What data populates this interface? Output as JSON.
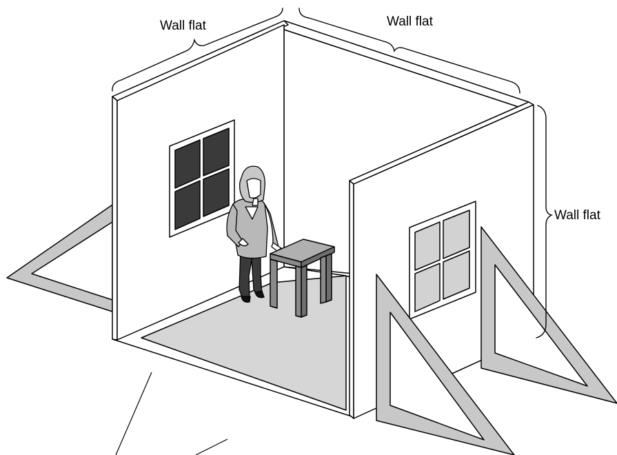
{
  "labels": {
    "left_wall": "Wall flat",
    "back_wall": "Wall flat",
    "right_wall": "Wall flat"
  },
  "colors": {
    "outline": "#000000",
    "wall": "#ffffff",
    "floor": "#d6d6d6",
    "brace": "#c8c8c8",
    "dark_pane": "#3a3a3a",
    "light_pane": "#d2d2d2",
    "jacket": "#b8b8b8",
    "pants": "#3a3a3a",
    "table": "#8a8a8a"
  }
}
